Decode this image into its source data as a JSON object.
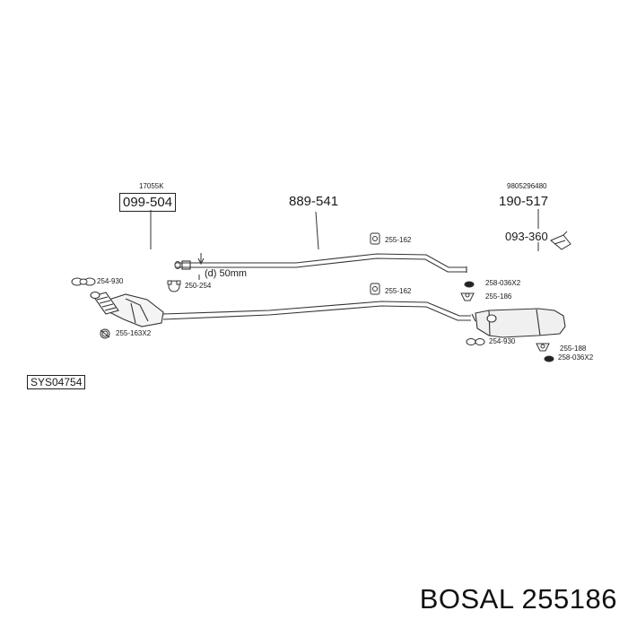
{
  "parts": {
    "p099_504": {
      "sub": "17055K",
      "code": "099-504"
    },
    "p889_541": {
      "code": "889-541"
    },
    "p190_517": {
      "sub": "9805296480",
      "code": "190-517"
    },
    "p093_360": {
      "code": "093-360"
    },
    "diameter": "(d) 50mm",
    "clamp_250_254": "250-254",
    "gasket_254_930_left": "254-930",
    "spring_255_163": "255-163X2",
    "hanger_255_162_top": "255-162",
    "hanger_255_162_mid": "255-162",
    "hanger_258_036_top": "258-036X2",
    "hanger_255_186": "255-186",
    "gasket_254_930_right": "254-930",
    "hanger_255_188": "255-188",
    "hanger_258_036_bottom": "258-036X2"
  },
  "system_code": "SYS04754",
  "footer": {
    "brand": "BOSAL",
    "part_number": "255186"
  }
}
